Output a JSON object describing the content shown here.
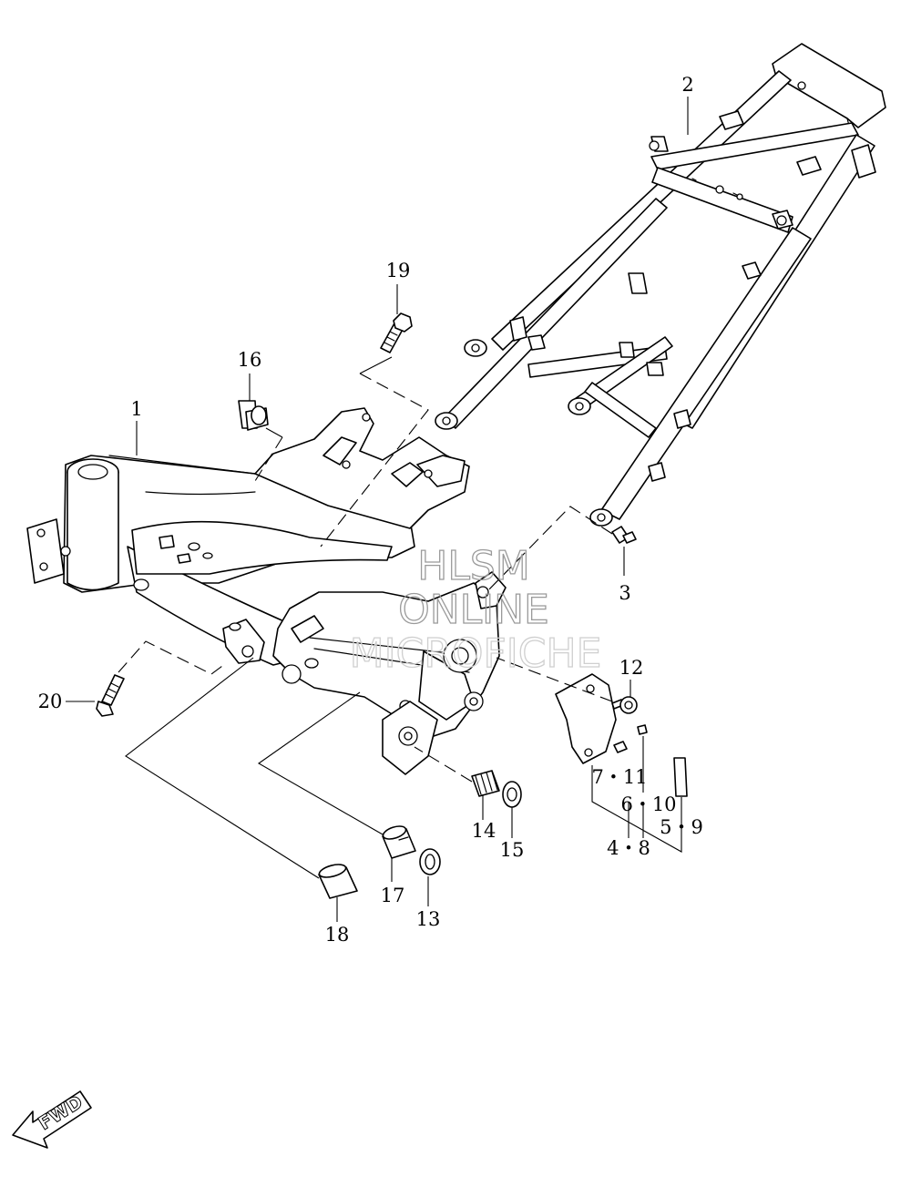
{
  "diagram": {
    "callouts": {
      "c1": "1",
      "c2": "2",
      "c3": "3",
      "c4_8": "4・8",
      "c5_9": "5・9",
      "c6_10": "6・10",
      "c7_11": "7・11",
      "c12": "12",
      "c13": "13",
      "c14": "14",
      "c15": "15",
      "c16": "16",
      "c17": "17",
      "c18": "18",
      "c19": "19",
      "c20": "20"
    },
    "watermark": {
      "line1": "HLSM",
      "line2": "ONLINE",
      "line3": "MICROFICHE"
    },
    "direction_label": "FWD",
    "colors": {
      "ink": "#000000",
      "background": "#ffffff",
      "watermark": "#9a9a9a"
    }
  }
}
